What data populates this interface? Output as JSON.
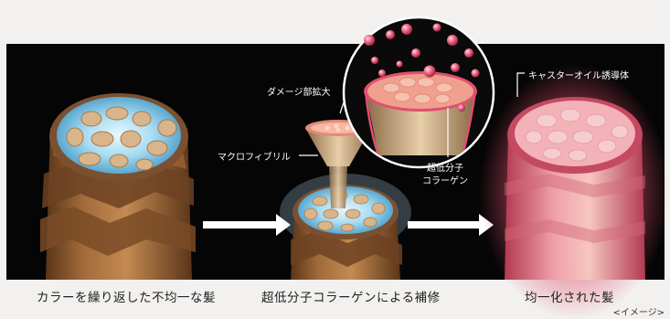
{
  "labels": {
    "damage_zoom": "ダメージ部拡大",
    "microfibril": "マクロフィブリル",
    "collagen_line1": "超低分子",
    "collagen_line2": "コラーゲン",
    "castor_oil": "キャスターオイル誘導体"
  },
  "captions": {
    "left": "カラーを繰り返した不均一な髪",
    "middle": "超低分子コラーゲンによる補修",
    "right": "均一化された髪"
  },
  "note": "<イメージ>",
  "colors": {
    "background_panel": "#050505",
    "hair_brown": "#8a5a35",
    "cortex_blue": "#9fd8ee",
    "collagen_pink": "#e0506f",
    "castor_glow": "#e8607a"
  }
}
